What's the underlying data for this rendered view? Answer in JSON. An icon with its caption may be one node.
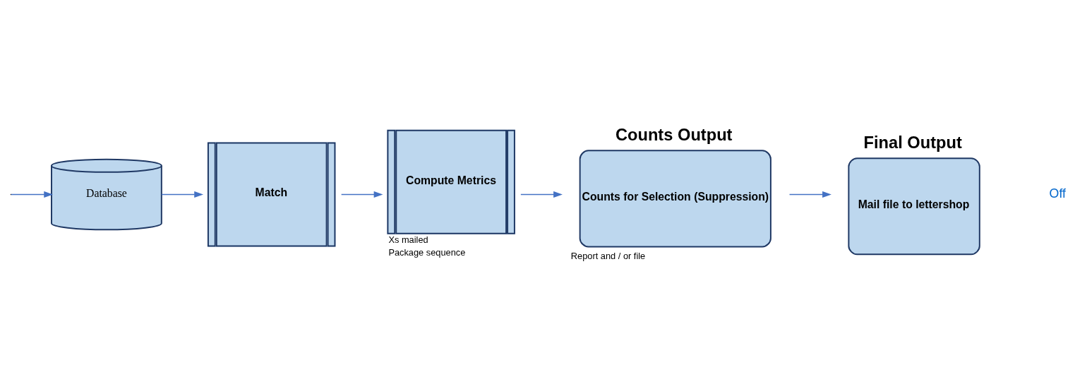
{
  "diagram": {
    "nodes": [
      {
        "text": [
          "Database"
        ]
      },
      {
        "text": [
          "Match"
        ]
      },
      {
        "text": [
          "Compute Metrics"
        ],
        "beside": [
          "Xs mailed",
          "Package sequence"
        ]
      },
      {
        "text": [
          "Counts Output",
          "Counts for Selection (Suppression)"
        ],
        "beside": [
          "Report and / or file"
        ]
      },
      {
        "text": [
          "Final Output",
          "Mail file to lettershop"
        ]
      }
    ],
    "edges": [
      {
        "from": null,
        "to": 0,
        "arrow": "to"
      },
      {
        "from": 0,
        "to": 1,
        "arrow": "to"
      },
      {
        "from": 1,
        "to": 2,
        "arrow": "to"
      },
      {
        "from": 2,
        "to": 3,
        "arrow": "to"
      },
      {
        "from": 3,
        "to": 4,
        "arrow": "to"
      }
    ],
    "labels": [
      "Off"
    ]
  }
}
